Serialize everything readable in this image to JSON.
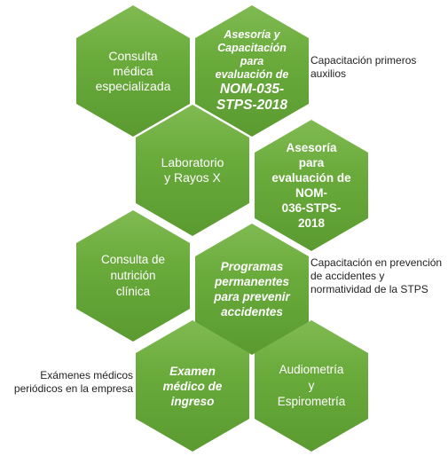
{
  "hexagons": {
    "h1": {
      "label": "Consulta\nmédica\nespecializada"
    },
    "h2": {
      "line1": "Asesoría y\nCapacitación\npara\nevaluación de",
      "line2": "NOM-035-\nSTPS-2018"
    },
    "h3": {
      "label": "Laboratorio\ny Rayos X"
    },
    "h4": {
      "label": "Asesoría\npara\nevaluación de\nNOM-\n036-STPS-\n2018"
    },
    "h5": {
      "label": "Consulta de\nnutrición\nclínica"
    },
    "h6": {
      "label": "Programas\npermanentes\npara prevenir\naccidentes"
    },
    "h7": {
      "label": "Examen\nmédico de\ningreso"
    },
    "h8": {
      "label": "Audiometría\ny\nEspirometría"
    }
  },
  "notes": {
    "n1": "Capacitación primeros\nauxilios",
    "n2": "Capacitación en prevención\nde accidentes y\nnormatividad de la STPS",
    "n3": "Exámenes médicos\nperiódicos en la empresa"
  },
  "colors": {
    "hex_fill": "#6aab3c",
    "hex_text": "#ffffff",
    "note_text": "#222222"
  }
}
